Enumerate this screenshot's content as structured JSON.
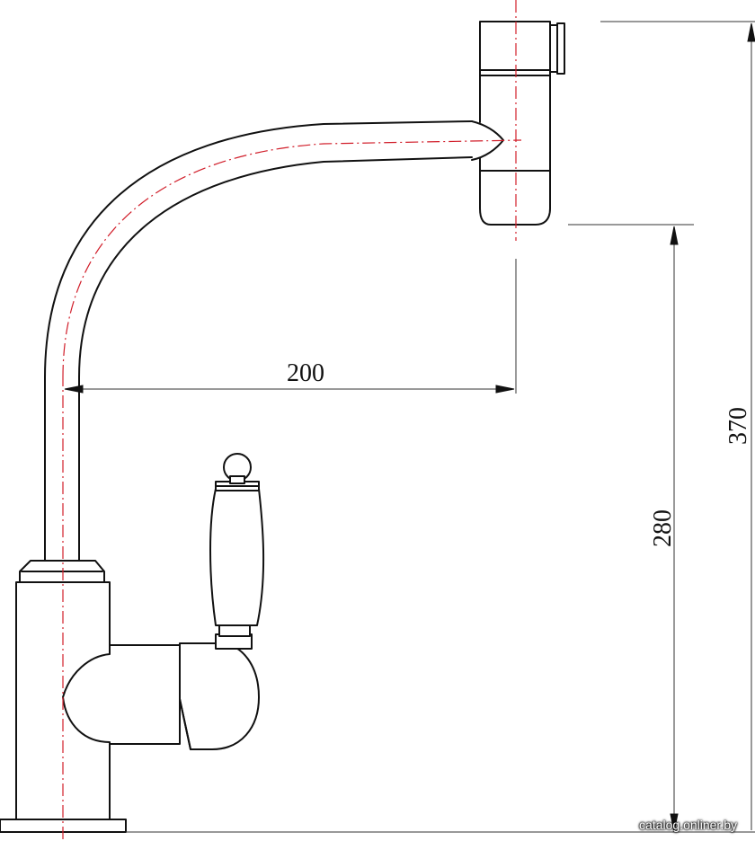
{
  "dimensions": {
    "spout_reach": "200",
    "spout_height": "280",
    "total_height": "370"
  },
  "watermark": "catalog.onliner.by",
  "colors": {
    "line": "#111111",
    "centerline": "#d11e2a",
    "background": "#ffffff"
  }
}
